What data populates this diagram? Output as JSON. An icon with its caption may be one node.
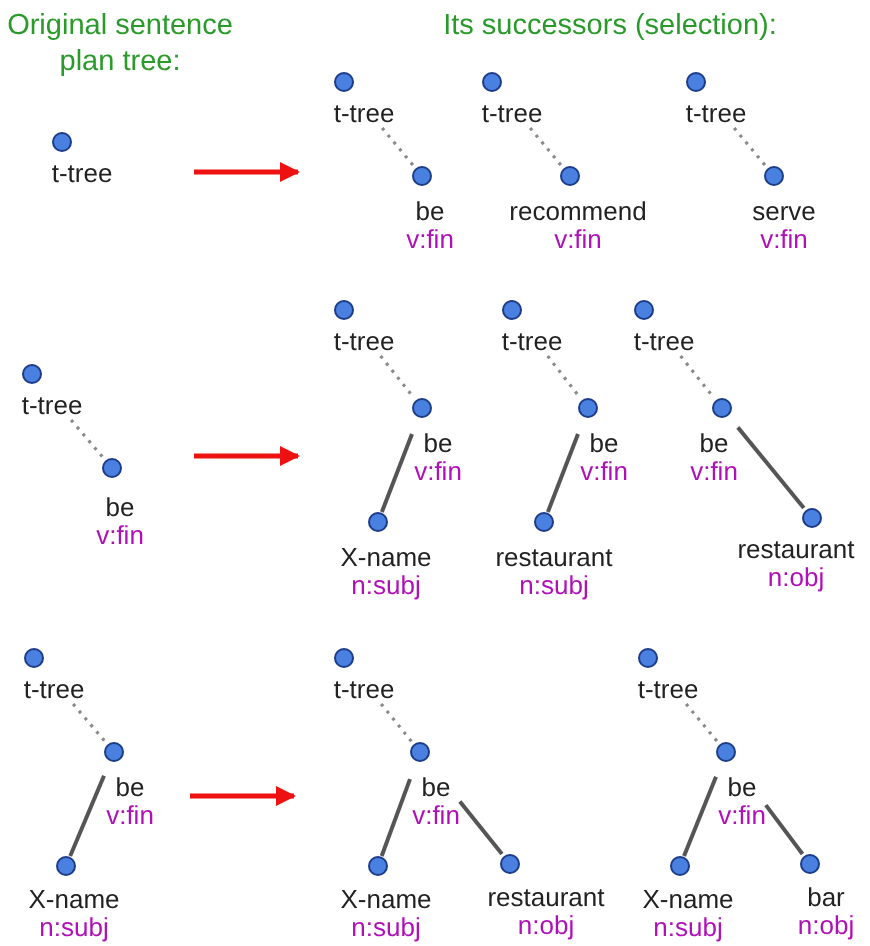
{
  "diagram": {
    "nodes": [
      {
        "text": [
          "t-tree"
        ]
      },
      {
        "text": [
          "t-tree"
        ]
      },
      {
        "text": [
          "be",
          "v:fin"
        ]
      },
      {
        "text": [
          "t-tree"
        ]
      },
      {
        "text": [
          "recommend",
          "v:fin"
        ]
      },
      {
        "text": [
          "t-tree"
        ]
      },
      {
        "text": [
          "serve",
          "v:fin"
        ]
      },
      {
        "text": [
          "t-tree"
        ]
      },
      {
        "text": [
          "be",
          "v:fin"
        ]
      },
      {
        "text": [
          "t-tree"
        ]
      },
      {
        "text": [
          "be",
          "v:fin"
        ]
      },
      {
        "text": [
          "X-name",
          "n:subj"
        ]
      },
      {
        "text": [
          "t-tree"
        ]
      },
      {
        "text": [
          "be",
          "v:fin"
        ]
      },
      {
        "text": [
          "restaurant",
          "n:subj"
        ]
      },
      {
        "text": [
          "t-tree"
        ]
      },
      {
        "text": [
          "be",
          "v:fin"
        ]
      },
      {
        "text": [
          "restaurant",
          "n:obj"
        ]
      },
      {
        "text": [
          "t-tree"
        ]
      },
      {
        "text": [
          "be",
          "v:fin"
        ]
      },
      {
        "text": [
          "X-name",
          "n:subj"
        ]
      },
      {
        "text": [
          "t-tree"
        ]
      },
      {
        "text": [
          "be",
          "v:fin"
        ]
      },
      {
        "text": [
          "X-name",
          "n:subj"
        ]
      },
      {
        "text": [
          "restaurant",
          "n:obj"
        ]
      },
      {
        "text": [
          "t-tree"
        ]
      },
      {
        "text": [
          "be",
          "v:fin"
        ]
      },
      {
        "text": [
          "X-name",
          "n:subj"
        ]
      },
      {
        "text": [
          "bar",
          "n:obj"
        ]
      }
    ],
    "edges": [
      {
        "from": 1,
        "to": 2,
        "arrow": "none",
        "style": "dashed"
      },
      {
        "from": 3,
        "to": 4,
        "arrow": "none",
        "style": "dashed"
      },
      {
        "from": 5,
        "to": 6,
        "arrow": "none",
        "style": "dashed"
      },
      {
        "from": 7,
        "to": 8,
        "arrow": "none",
        "style": "dashed"
      },
      {
        "from": 9,
        "to": 10,
        "arrow": "none",
        "style": "dashed"
      },
      {
        "from": 10,
        "to": 11,
        "arrow": "none"
      },
      {
        "from": 12,
        "to": 13,
        "arrow": "none",
        "style": "dashed"
      },
      {
        "from": 13,
        "to": 14,
        "arrow": "none"
      },
      {
        "from": 15,
        "to": 16,
        "arrow": "none",
        "style": "dashed"
      },
      {
        "from": 16,
        "to": 17,
        "arrow": "none"
      },
      {
        "from": 18,
        "to": 19,
        "arrow": "none",
        "style": "dashed"
      },
      {
        "from": 19,
        "to": 20,
        "arrow": "none"
      },
      {
        "from": 21,
        "to": 22,
        "arrow": "none",
        "style": "dashed"
      },
      {
        "from": 22,
        "to": 23,
        "arrow": "none"
      },
      {
        "from": 22,
        "to": 24,
        "arrow": "none"
      },
      {
        "from": 25,
        "to": 26,
        "arrow": "none",
        "style": "dashed"
      },
      {
        "from": 26,
        "to": 27,
        "arrow": "none"
      },
      {
        "from": 26,
        "to": 28,
        "arrow": "none"
      }
    ],
    "labels": [
      "Original sentence plan tree:",
      "Its successors (selection):"
    ]
  }
}
